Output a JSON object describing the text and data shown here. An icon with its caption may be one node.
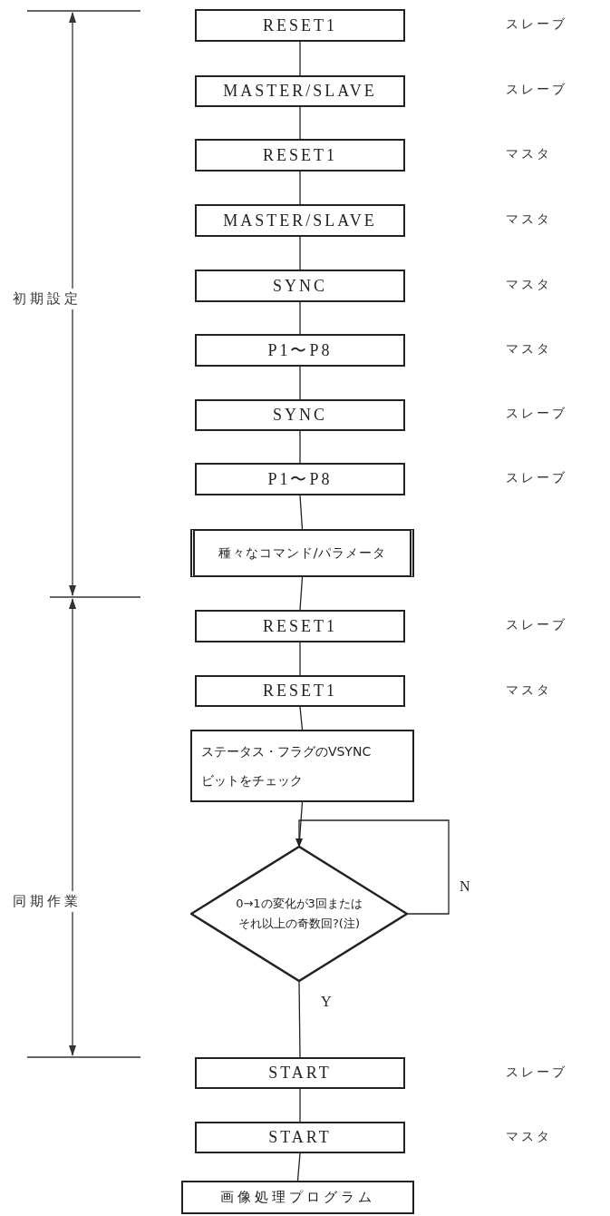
{
  "diagram": {
    "nodes": [
      {
        "text": [
          "RESET1"
        ]
      },
      {
        "text": [
          "MASTER/SLAVE"
        ]
      },
      {
        "text": [
          "RESET1"
        ]
      },
      {
        "text": [
          "MASTER/SLAVE"
        ]
      },
      {
        "text": [
          "SYNC"
        ]
      },
      {
        "text": [
          "P1〜P8"
        ]
      },
      {
        "text": [
          "SYNC"
        ]
      },
      {
        "text": [
          "P1〜P8"
        ]
      },
      {
        "text": [
          "種々なコマンド/パラメータ"
        ]
      },
      {
        "text": [
          "RESET1"
        ]
      },
      {
        "text": [
          "RESET1"
        ]
      },
      {
        "text": [
          "ステータス・フラグのVSYNCビットをチェック"
        ]
      },
      {
        "text": [
          "0→1の変化が3回またはそれ以上の奇数回?(注)"
        ]
      },
      {
        "text": [
          "START"
        ]
      },
      {
        "text": [
          "START"
        ]
      },
      {
        "text": [
          "画像処理プログラム"
        ]
      }
    ],
    "edges": [
      {
        "from": 0,
        "to": 1,
        "arrow": "none"
      },
      {
        "from": 1,
        "to": 2,
        "arrow": "none"
      },
      {
        "from": 2,
        "to": 3,
        "arrow": "none"
      },
      {
        "from": 3,
        "to": 4,
        "arrow": "none"
      },
      {
        "from": 4,
        "to": 5,
        "arrow": "none"
      },
      {
        "from": 5,
        "to": 6,
        "arrow": "none"
      },
      {
        "from": 6,
        "to": 7,
        "arrow": "none"
      },
      {
        "from": 7,
        "to": 8,
        "arrow": "none"
      },
      {
        "from": 8,
        "to": 9,
        "arrow": "none"
      },
      {
        "from": 9,
        "to": 10,
        "arrow": "none"
      },
      {
        "from": 10,
        "to": 11,
        "arrow": "none"
      },
      {
        "from": 11,
        "to": 12,
        "arrow": "none"
      },
      {
        "from": 12,
        "to": 12,
        "arrow": "to",
        "label": "N"
      },
      {
        "from": 12,
        "to": 13,
        "arrow": "none",
        "label": "Y"
      },
      {
        "from": 13,
        "to": 14,
        "arrow": "none"
      },
      {
        "from": 14,
        "to": 15,
        "arrow": "none"
      }
    ],
    "labels": [
      "スレーブ",
      "スレーブ",
      "マスタ",
      "マスタ",
      "初期設定",
      "マスタ",
      "マスタ",
      "スレーブ",
      "スレーブ",
      "スレーブ",
      "マスタ",
      "同期作業",
      "スレーブ",
      "マスタ"
    ]
  }
}
